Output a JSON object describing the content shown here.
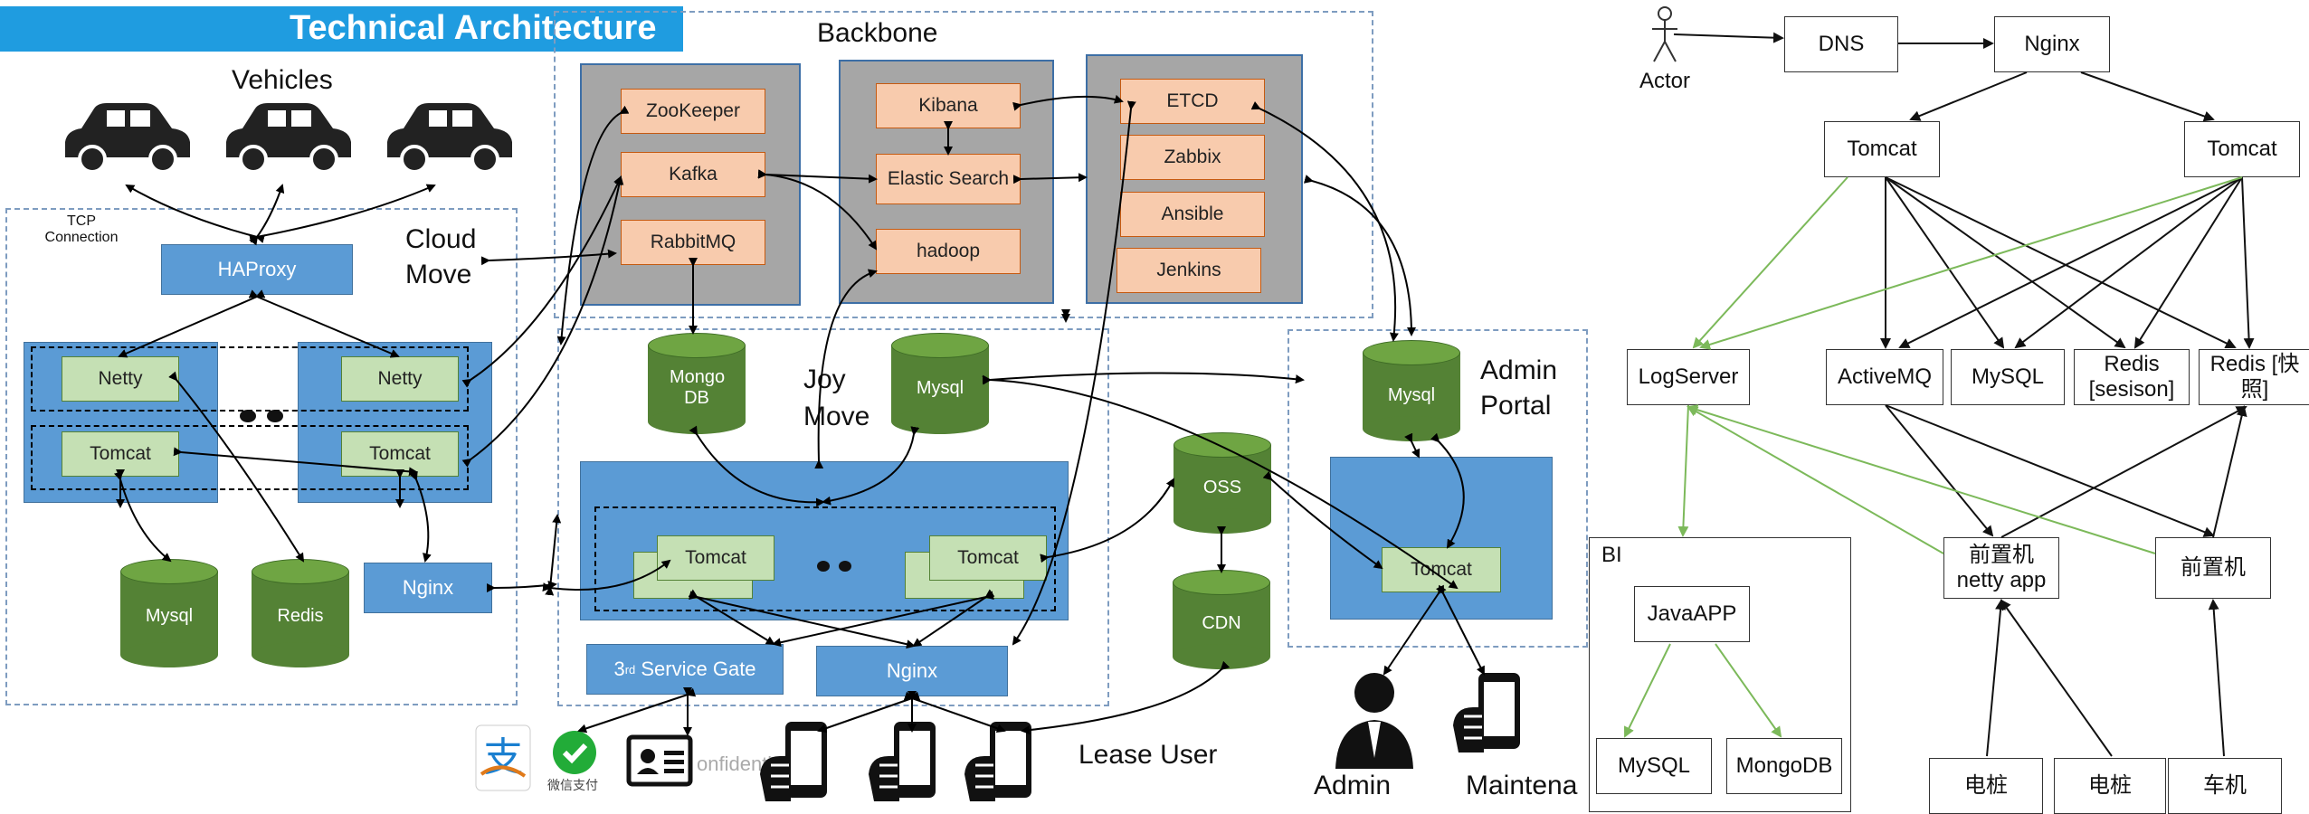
{
  "title": "Technical Architecture",
  "left": {
    "vehicles_label": "Vehicles",
    "tcp_label": "TCP Connection",
    "cloud_label": "Cloud Move",
    "haproxy": "HAProxy",
    "netty": "Netty",
    "tomcat": "Tomcat",
    "mysql": "Mysql",
    "redis": "Redis",
    "nginx": "Nginx"
  },
  "backbone": {
    "label": "Backbone",
    "col1": [
      "ZooKeeper",
      "Kafka",
      "RabbitMQ"
    ],
    "col2": [
      "Kibana",
      "Elastic Search",
      "hadoop"
    ],
    "col3": [
      "ETCD",
      "Zabbix",
      "Ansible",
      "Jenkins"
    ]
  },
  "joy": {
    "label": "Joy Move",
    "mongo": "Mongo DB",
    "mysql": "Mysql",
    "tomcat": "Tomcat",
    "service_gate_pre": "3",
    "service_gate_sup": "rd",
    "service_gate_post": " Service Gate",
    "nginx": "Nginx"
  },
  "middle": {
    "oss": "OSS",
    "cdn": "CDN",
    "lease_user": "Lease User",
    "watermark": "onfidential   rig"
  },
  "admin": {
    "label": "Admin Portal",
    "mysql": "Mysql",
    "tomcat": "Tomcat",
    "admin_user": "Admin",
    "maintenance_user": "Maintena",
    "wechat_pay": "微信支付"
  },
  "right": {
    "actor": "Actor",
    "dns": "DNS",
    "nginx": "Nginx",
    "tomcat": "Tomcat",
    "logserver": "LogServer",
    "activemq": "ActiveMQ",
    "mysql": "MySQL",
    "redis_session": "Redis [sesison]",
    "redis_snapshot": "Redis [快照]",
    "bi_label": "BI",
    "javaapp": "JavaAPP",
    "bi_mysql": "MySQL",
    "bi_mongo": "MongoDB",
    "front_netty": "前置机 netty app",
    "front": "前置机",
    "pile": "电桩",
    "vehicle_machine": "车机"
  }
}
